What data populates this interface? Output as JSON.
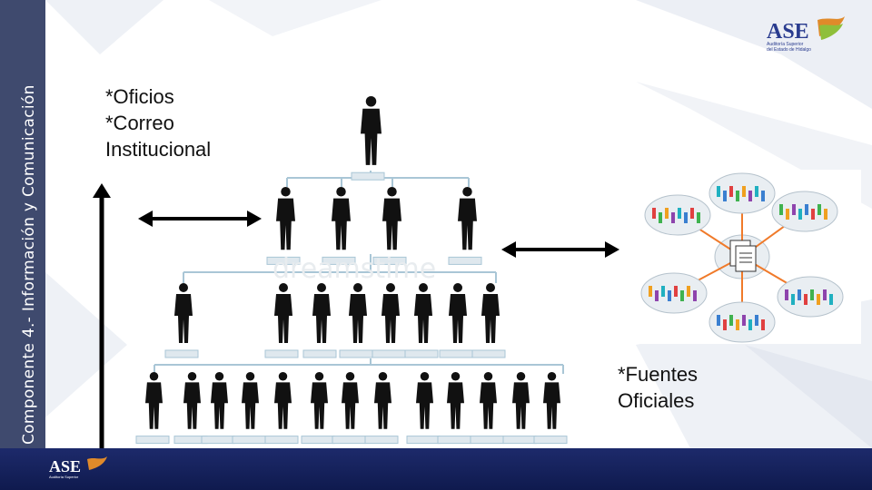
{
  "sidebar": {
    "title": "Componente 4.- Información y Comunicación"
  },
  "left_text": {
    "line1": "*Oficios",
    "line2": "*Correo",
    "line3": "Institucional"
  },
  "right_text": {
    "line1": "*Fuentes",
    "line2": "Oficiales"
  },
  "logo": {
    "mark": "ASE",
    "line1": "Auditoría Superior",
    "line2": "del Estado de Hidalgo"
  },
  "watermark": "dreamstime",
  "colors": {
    "panel": "#3f4a6e",
    "footer": "#1d2a6b",
    "logo_blue": "#2a3c8f",
    "logo_orange": "#e08a2a",
    "chart_box": "#dfe8ee",
    "chart_line": "#a9c6d6"
  }
}
